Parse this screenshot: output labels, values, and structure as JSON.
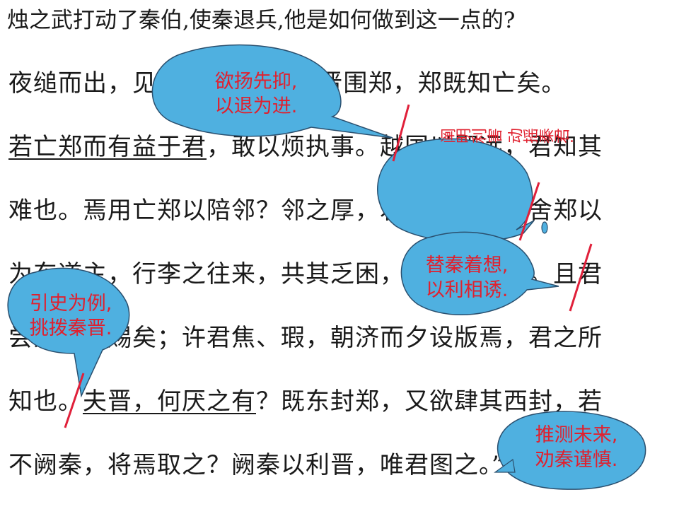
{
  "question": "烛之武打动了秦伯,使秦退兵,他是如何做到这一点的?",
  "passage": {
    "line1": "夜缒而出，见秦伯曰：“秦、晋围郑，郑既知亡矣。",
    "line2a": "若亡郑而有益于君",
    "line2b": "，敢以烦执事。越国以鄙远，君知其",
    "line3": "难也。焉用亡郑以陪邻？邻之厚，君之薄也。若舍郑以",
    "line4": "为东道主，行李之往来，共其乏困，君亦无所害。且君",
    "line5": "尝为晋君赐矣；许君焦、瑕，朝济而夕设版焉，君之所",
    "line6a": "知也。",
    "line6b": "夫晋，何厌之有",
    "line6c": "？既东封郑，又欲肆其西封，若",
    "line7": "不阙秦，将焉取之？阙秦以利晋，唯君图之。”"
  },
  "bubbles": {
    "b1": {
      "line1": "欲扬先抑,",
      "line2": "以退为进."
    },
    "b2": {
      "col1": "动",
      "col2": "阐",
      "text": "阐明利害 动摇秦君."
    },
    "b3": {
      "line1": "替秦着想,",
      "line2": "以利相诱."
    },
    "b4": {
      "line1": "引史为例,",
      "line2": "挑拨秦晋."
    },
    "b5": {
      "line1": "推测未来,",
      "line2": "劝秦谨慎."
    }
  },
  "colors": {
    "bubble_fill": "#4fb0e0",
    "bubble_stroke": "#2a4f6e",
    "note_text": "#e0202e",
    "mark": "#e0203a"
  }
}
